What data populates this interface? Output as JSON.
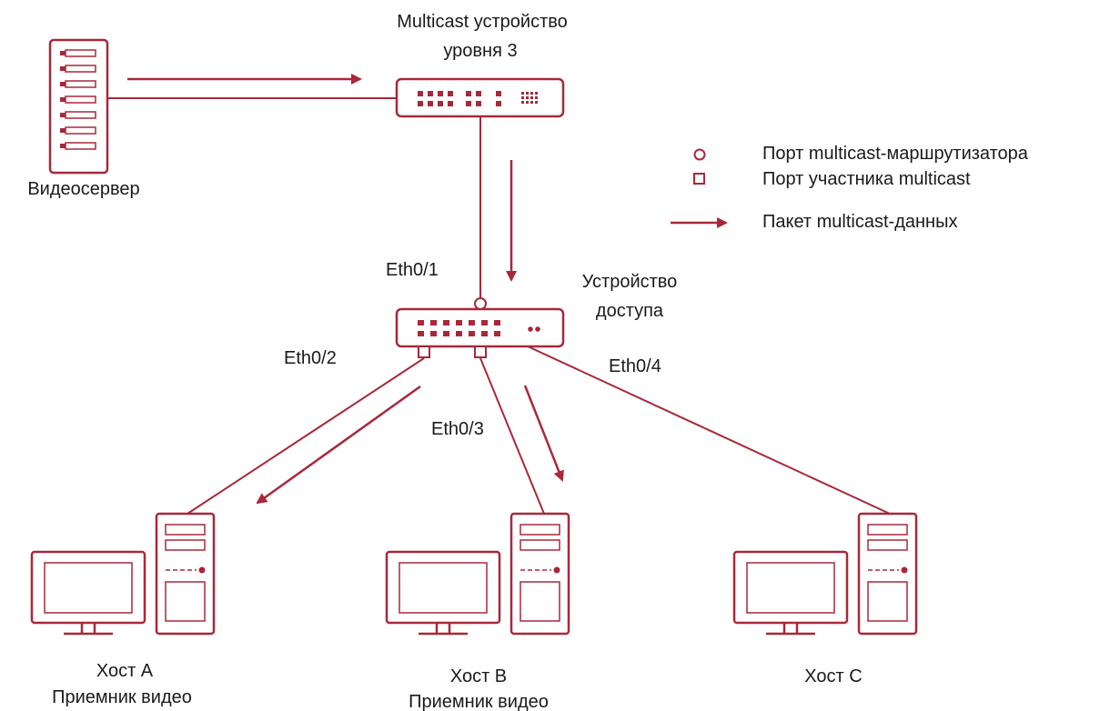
{
  "colors": {
    "accent": "#A8283A",
    "text": "#1a1a1a",
    "background": "#ffffff"
  },
  "labels": {
    "video_server": "Видеосервер",
    "l3_device_line1": "Multicast устройство",
    "l3_device_line2": "уровня 3",
    "access_device_line1": "Устройство",
    "access_device_line2": "доступа",
    "eth01": "Eth0/1",
    "eth02": "Eth0/2",
    "eth03": "Eth0/3",
    "eth04": "Eth0/4",
    "host_a_line1": "Хост A",
    "host_a_line2": "Приемник видео",
    "host_b_line1": "Хост B",
    "host_b_line2": "Приемник видео",
    "host_c_line1": "Хост C"
  },
  "legend": {
    "router_port": "Порт multicast-маршрутизатора",
    "member_port": "Порт участника multicast",
    "data_packet": "Пакет multicast-данных"
  },
  "icons": {
    "server": "server-rack-icon",
    "l3_switch": "switch-icon",
    "access_switch": "switch-icon",
    "host": "desktop-computer-icon",
    "router_port": "circle-port-icon",
    "member_port": "square-port-icon",
    "packet": "arrow-right-icon"
  }
}
